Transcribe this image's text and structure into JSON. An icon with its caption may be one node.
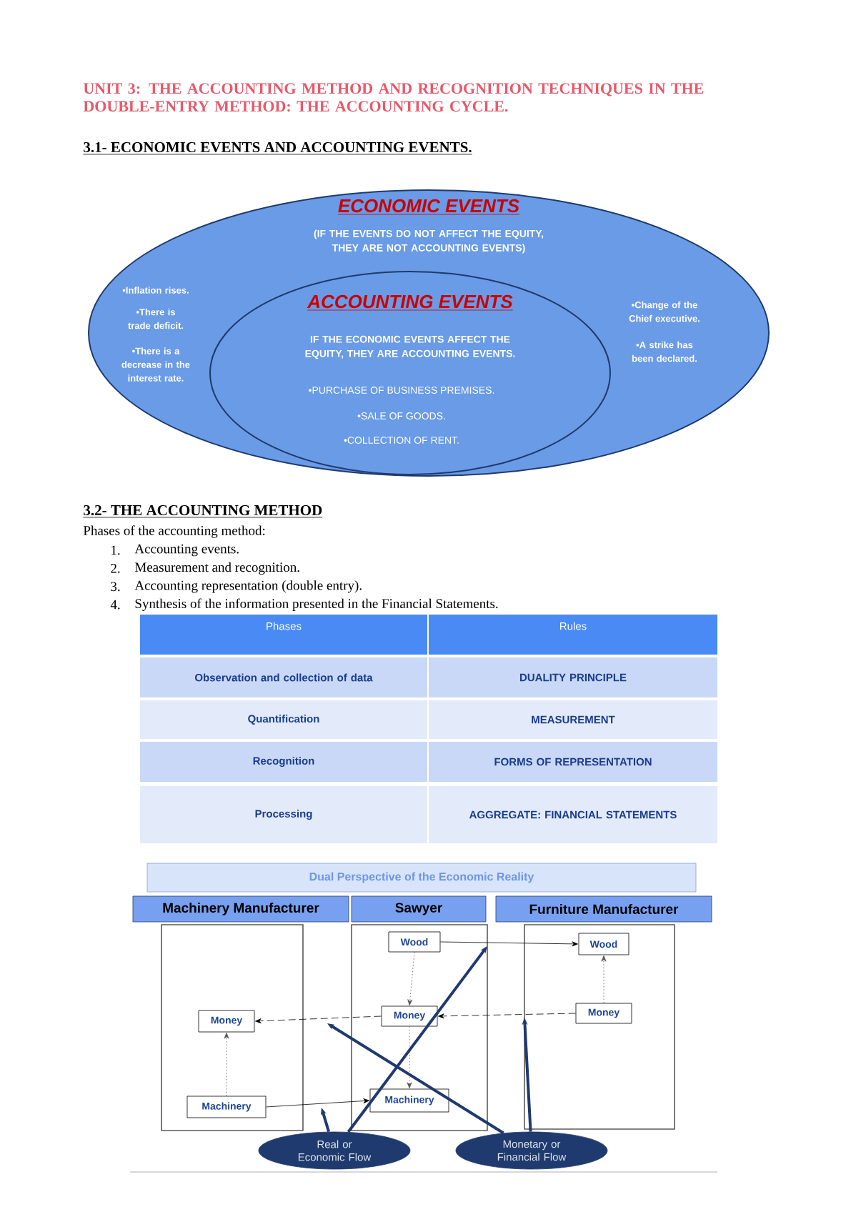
{
  "diagram": {
    "title": "UNIT 3: THE ACCOUNTING METHOD AND RECOGNITION TECHNIQUES IN THE DOUBLE-ENTRY METHOD: THE ACCOUNTING CYCLE.",
    "nodes": [
      {
        "text": [
          "ECONOMIC EVENTS",
          "(IF THE EVENTS DO NOT AFFECT THE EQUITY, THEY ARE NOT ACCOUNTING EVENTS)",
          "•Inflation rises.",
          "•There is trade deficit.",
          "•There is a decrease in the interest rate.",
          "•Change of the Chief executive.",
          "•A strike has been declared."
        ]
      },
      {
        "text": [
          "ACCOUNTING EVENTS",
          "IF THE ECONOMIC EVENTS AFFECT THE EQUITY, THEY ARE ACCOUNTING EVENTS.",
          "•PURCHASE OF  BUSINESS PREMISES.",
          "•SALE OF GOODS.",
          "•COLLECTION OF RENT."
        ],
        "in": 0
      },
      {
        "text": [
          "Dual Perspective of the Economic Reality"
        ]
      },
      {
        "text": [
          "Machinery Manufacturer"
        ]
      },
      {
        "text": [
          "Sawyer"
        ]
      },
      {
        "text": [
          "Furniture Manufacturer"
        ]
      },
      {
        "text": [],
        "shape": "box"
      },
      {
        "text": [],
        "shape": "box"
      },
      {
        "text": [],
        "shape": "box"
      },
      {
        "text": [
          "Money"
        ],
        "in": 6
      },
      {
        "text": [
          "Machinery"
        ],
        "in": 6
      },
      {
        "text": [
          "Wood"
        ],
        "in": 7
      },
      {
        "text": [
          "Money"
        ],
        "in": 7
      },
      {
        "text": [
          "Machinery"
        ],
        "in": 7
      },
      {
        "text": [
          "Wood"
        ],
        "in": 8
      },
      {
        "text": [
          "Money"
        ],
        "in": 8
      },
      {
        "text": [
          "Real or Economic Flow"
        ]
      },
      {
        "text": [
          "Monetary or Financial Flow"
        ]
      }
    ],
    "edges": [
      {
        "from": 11,
        "to": 14,
        "arrow": "to"
      },
      {
        "from": 10,
        "to": 13,
        "arrow": "to"
      },
      {
        "from": 15,
        "to": 12,
        "arrow": "to",
        "style": "dashed"
      },
      {
        "from": 12,
        "to": 9,
        "arrow": "to",
        "style": "dashed"
      },
      {
        "from": 11,
        "to": 12,
        "arrow": "to",
        "style": "dashed",
        "color": "#555555"
      },
      {
        "from": 12,
        "to": 13,
        "arrow": "to",
        "style": "dashed",
        "color": "#555555"
      },
      {
        "from": 10,
        "to": 9,
        "arrow": "to",
        "style": "dashed",
        "color": "#555555"
      },
      {
        "from": 15,
        "to": 14,
        "arrow": "to",
        "style": "dashed",
        "color": "#555555"
      },
      {
        "from": 16,
        "to": null,
        "arrow": "to",
        "style": "thick",
        "color": "#1f3a6e"
      },
      {
        "from": 16,
        "to": 7,
        "arrow": "to",
        "style": "thick",
        "color": "#1f3a6e"
      },
      {
        "from": 17,
        "to": 8,
        "arrow": "to",
        "style": "thick",
        "color": "#1f3a6e"
      },
      {
        "from": 17,
        "to": null,
        "arrow": "to",
        "style": "thick",
        "color": "#1f3a6e"
      }
    ],
    "labels": [
      "3.1- ECONOMIC EVENTS AND ACCOUNTING EVENTS.",
      "3.2- THE ACCOUNTING METHOD",
      "Phases of the accounting method:",
      "1.",
      "Accounting events.",
      "2.",
      "Measurement and recognition.",
      "3.",
      "Accounting representation (double entry).",
      "4.",
      "Synthesis of the information presented in the Financial Statements.",
      "Phases",
      "Rules",
      "Observation and collection of data",
      "DUALITY PRINCIPLE",
      "Quantification",
      "MEASUREMENT",
      "Recognition",
      "FORMS OF REPRESENTATION",
      "Processing",
      "AGGREGATE: FINANCIAL STATEMENTS"
    ]
  }
}
